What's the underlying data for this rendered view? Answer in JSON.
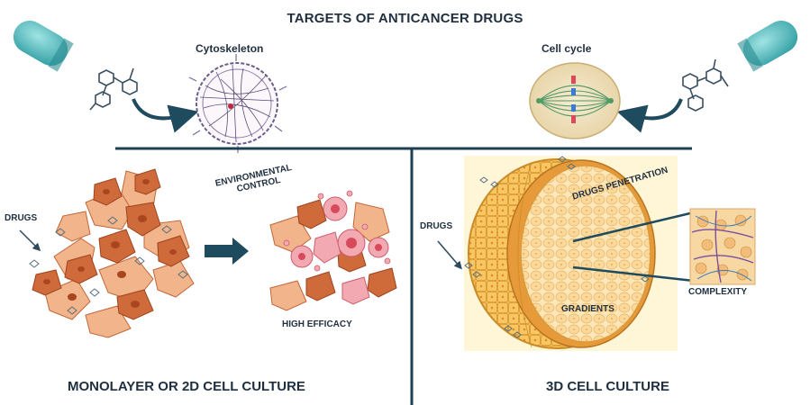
{
  "title": "TARGETS OF ANTICANCER DRUGS",
  "top": {
    "cytoskeleton_label": "Cytoskeleton",
    "cell_cycle_label": "Cell cycle"
  },
  "left_panel": {
    "drugs_label": "DRUGS",
    "environmental_control_line1": "ENVIRONMENTAL",
    "environmental_control_line2": "CONTROL",
    "high_efficacy_label": "HIGH EFFICACY",
    "heading": "MONOLAYER OR 2D CELL CULTURE"
  },
  "right_panel": {
    "drugs_label": "DRUGS",
    "drugs_penetration_label": "DRUGS PENETRATION",
    "gradients_label": "GRADIENTS",
    "complexity_label": "COMPLEXITY",
    "heading": "3D CELL CULTURE"
  },
  "colors": {
    "capsule": "#5fc3c6",
    "arrow": "#1e4b5e",
    "divider": "#1e3f52",
    "cell_dark": "#cf6a3a",
    "cell_light": "#f2b48a",
    "spheroid": "#f6c46a",
    "spheroid_core": "#fde7b8"
  }
}
